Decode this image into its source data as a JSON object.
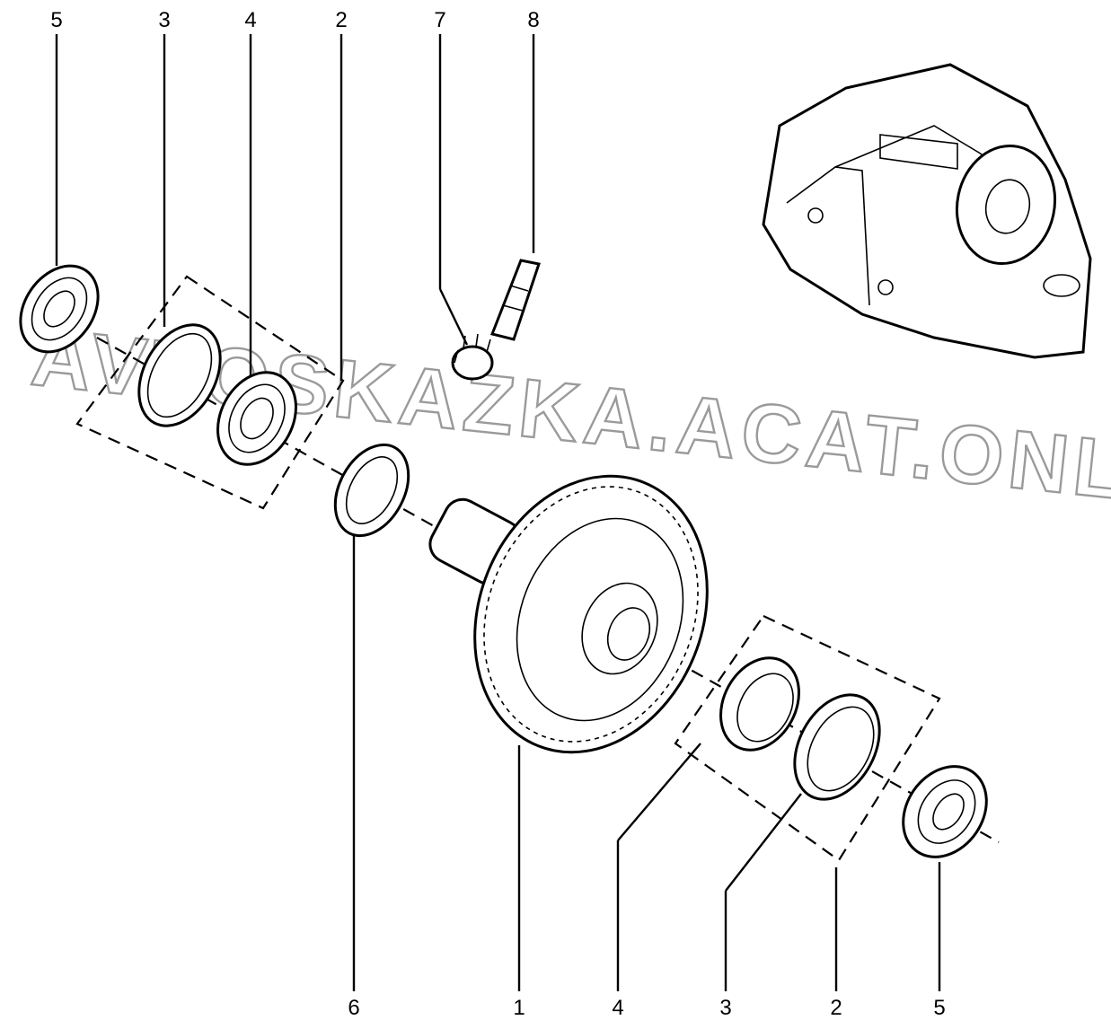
{
  "callouts": {
    "top": [
      "5",
      "3",
      "4",
      "2",
      "7",
      "8"
    ],
    "bottom": [
      "6",
      "1",
      "4",
      "3",
      "2",
      "5"
    ]
  },
  "watermark": "AVTOSKAZKA.ACAT.ONLINE"
}
